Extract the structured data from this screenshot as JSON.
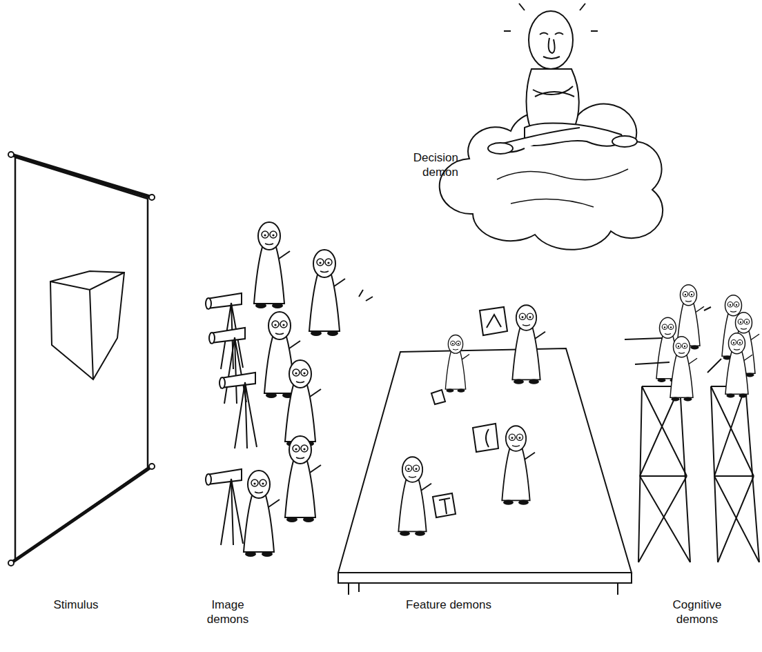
{
  "diagram": {
    "labels": [
      "Decision demon",
      "Stimulus",
      "Image demons",
      "Feature demons",
      "Cognitive demons"
    ]
  }
}
